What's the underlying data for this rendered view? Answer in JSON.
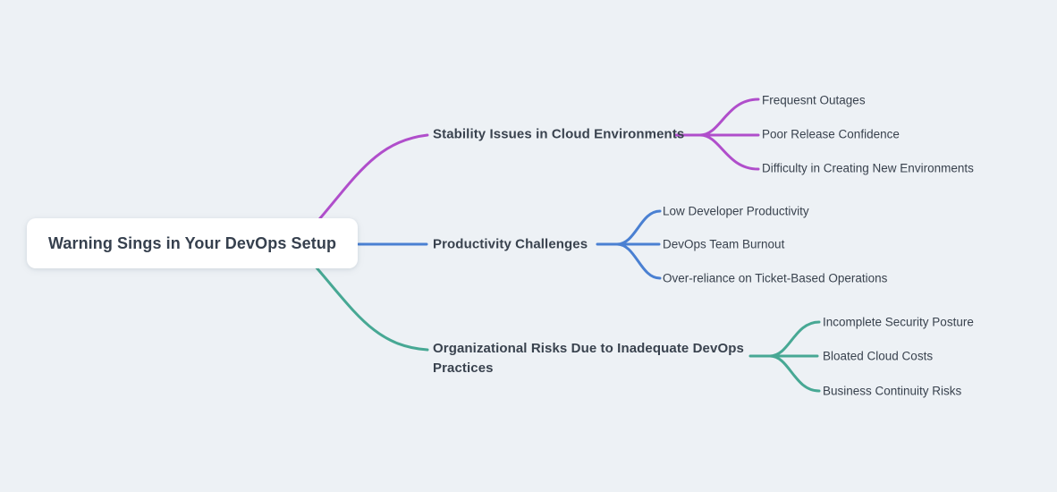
{
  "canvas": {
    "background": "#edf1f5"
  },
  "root": {
    "label": "Warning Sings in Your DevOps Setup"
  },
  "branches": [
    {
      "label": "Stability Issues in Cloud Environments",
      "color": "#b04ecb",
      "children": [
        {
          "label": "Frequesnt Outages"
        },
        {
          "label": "Poor Release Confidence"
        },
        {
          "label": "Difficulty in Creating New Environments"
        }
      ]
    },
    {
      "label": "Productivity Challenges",
      "color": "#4a80d2",
      "children": [
        {
          "label": "Low Developer Productivity"
        },
        {
          "label": "DevOps Team Burnout"
        },
        {
          "label": "Over-reliance on Ticket-Based Operations"
        }
      ]
    },
    {
      "label": "Organizational Risks Due to Inadequate DevOps Practices",
      "color": "#47a894",
      "children": [
        {
          "label": "Incomplete Security Posture"
        },
        {
          "label": "Bloated Cloud Costs"
        },
        {
          "label": "Business Continuity Risks"
        }
      ]
    }
  ]
}
